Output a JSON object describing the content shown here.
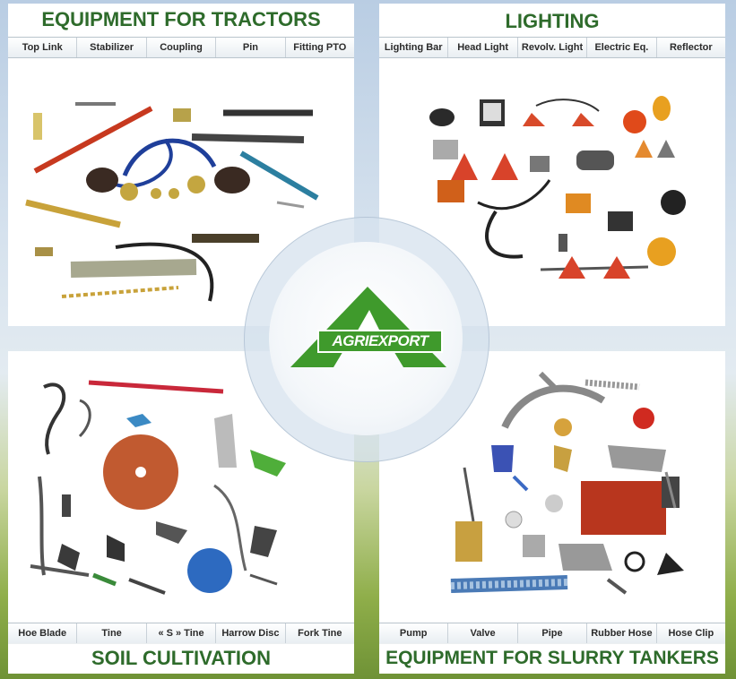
{
  "panels": {
    "tractors": {
      "title": "EQUIPMENT FOR TRACTORS",
      "tabs": [
        "Top Link",
        "Stabilizer",
        "Coupling",
        "Pin",
        "Fitting PTO"
      ]
    },
    "lighting": {
      "title": "LIGHTING",
      "tabs": [
        "Lighting Bar",
        "Head Light",
        "Revolv. Light",
        "Electric Eq.",
        "Reflector"
      ]
    },
    "soil": {
      "title": "SOIL CULTIVATION",
      "tabs": [
        "Hoe Blade",
        "Tine",
        "« S » Tine",
        "Harrow Disc",
        "Fork Tine"
      ]
    },
    "slurry": {
      "title": "EQUIPMENT FOR SLURRY TANKERS",
      "tabs": [
        "Pump",
        "Valve",
        "Pipe",
        "Rubber Hose",
        "Hose Clip"
      ]
    }
  },
  "logo": {
    "text": "AGRIEXPORT"
  },
  "colors": {
    "title_green": "#2e6b2b",
    "logo_green": "#3f9a2c"
  }
}
